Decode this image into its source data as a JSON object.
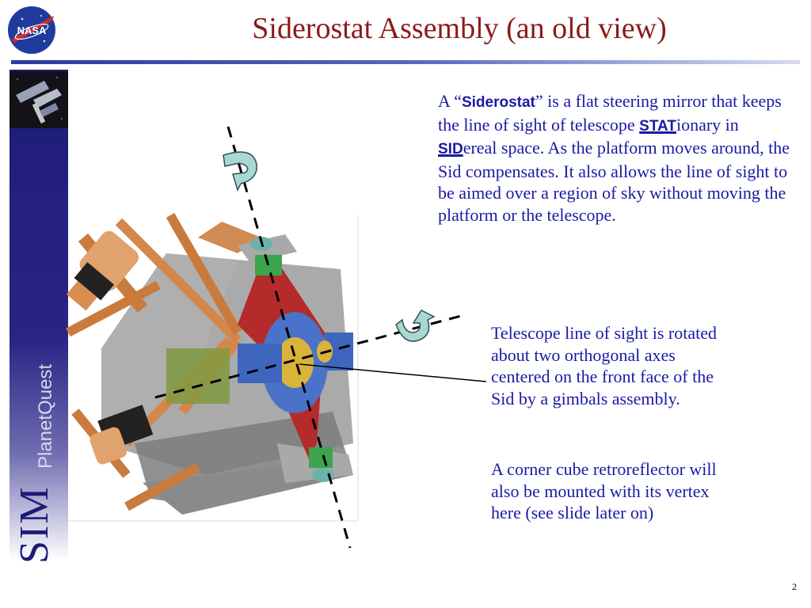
{
  "slide": {
    "title": "Siderostat Assembly (an old view)",
    "page_number": "2"
  },
  "branding": {
    "nasa_logo_text": "NASA",
    "sim_text": "SIM",
    "planetquest_text": "PlanetQuest"
  },
  "description": {
    "t1": "A “",
    "t2": "Siderostat",
    "t3": "” is a flat steering mirror that keeps the line of sight of telescope ",
    "t4": "STAT",
    "t5": "ionary in ",
    "t6": "SID",
    "t7": "ereal space.  As the platform moves around, the Sid compensates.  It also allows the line of sight to be aimed over a region of sky without moving the platform or the telescope."
  },
  "notes": {
    "gimbal": "Telescope line of sight  is rotated about two orthogonal axes centered on the front face of the Sid by a gimbals assembly.",
    "retroreflector": "A corner cube retroreflector will also be mounted with its vertex here (see slide later on)"
  },
  "colors": {
    "title": "#8b1a1a",
    "body_text": "#1a1aa6",
    "sidebar": "#1d1b78"
  },
  "icons": [
    "nasa-meatball-logo",
    "spacecraft-photo",
    "rotation-arrow-icon"
  ]
}
